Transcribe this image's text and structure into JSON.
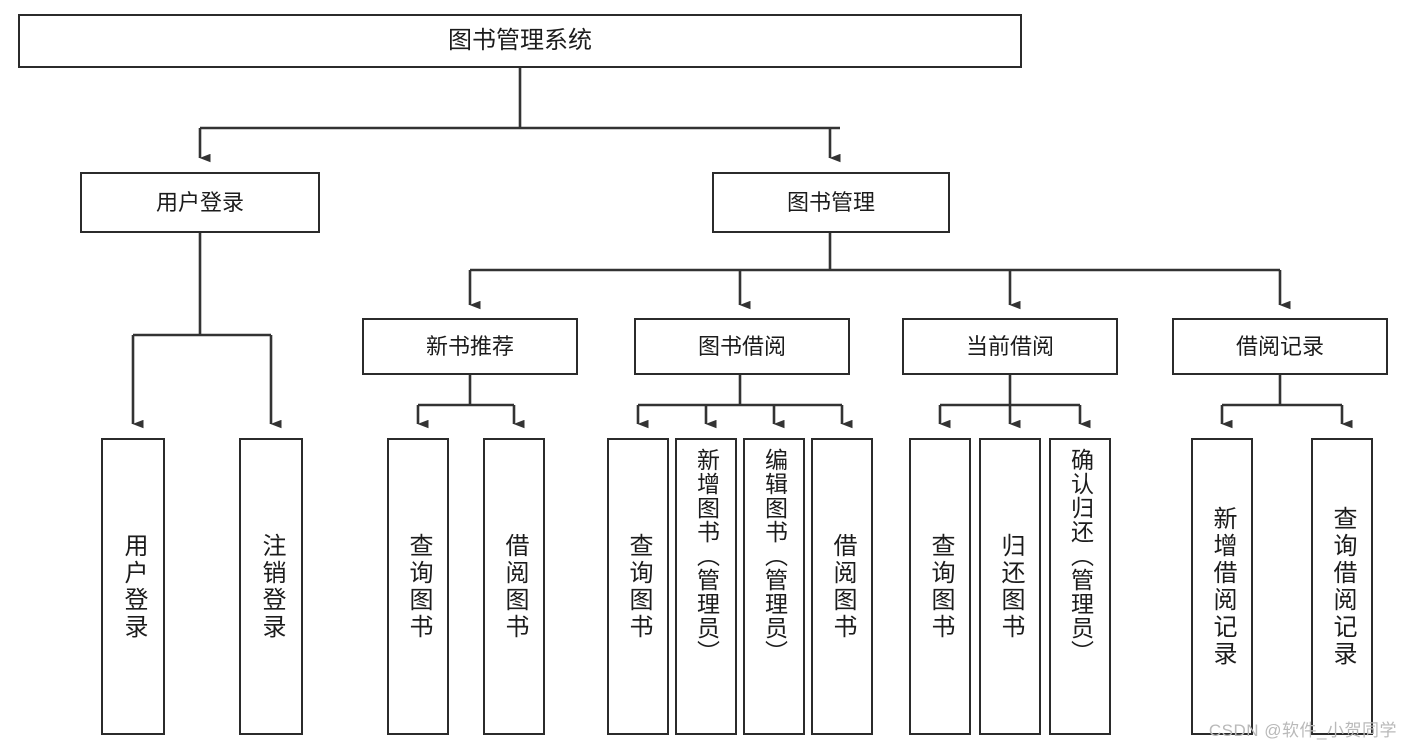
{
  "diagram": {
    "type": "tree-hierarchy",
    "title": "图书管理系统",
    "orientation": "top-down",
    "colors": {
      "box_border": "#2b2b2b",
      "box_fill": "#ffffff",
      "connector": "#333333",
      "text": "#1c1c1c",
      "watermark": "#b9b9b9"
    },
    "nodes": {
      "root": {
        "label": "图书管理系统",
        "level": 1
      },
      "level2": [
        {
          "id": "user-login",
          "label": "用户登录"
        },
        {
          "id": "book-manage",
          "label": "图书管理"
        }
      ],
      "level3": [
        {
          "id": "new-book-rec",
          "label": "新书推荐",
          "parent": "book-manage"
        },
        {
          "id": "book-borrow",
          "label": "图书借阅",
          "parent": "book-manage"
        },
        {
          "id": "current-borrow",
          "label": "当前借阅",
          "parent": "book-manage"
        },
        {
          "id": "borrow-record",
          "label": "借阅记录",
          "parent": "book-manage"
        }
      ],
      "leaves": [
        {
          "id": "leaf-user-login",
          "label": "用户登录",
          "parent": "user-login"
        },
        {
          "id": "leaf-logout-login",
          "label": "注销登录",
          "parent": "user-login"
        },
        {
          "id": "leaf-query-book-1",
          "label": "查询图书",
          "parent": "new-book-rec"
        },
        {
          "id": "leaf-borrow-book-1",
          "label": "借阅图书",
          "parent": "new-book-rec"
        },
        {
          "id": "leaf-query-book-2",
          "label": "查询图书",
          "parent": "book-borrow"
        },
        {
          "id": "leaf-add-book",
          "label": "新增图书（管理员）",
          "parent": "book-borrow"
        },
        {
          "id": "leaf-edit-book",
          "label": "编辑图书（管理员）",
          "parent": "book-borrow"
        },
        {
          "id": "leaf-borrow-book-2",
          "label": "借阅图书",
          "parent": "book-borrow"
        },
        {
          "id": "leaf-query-book-3",
          "label": "查询图书",
          "parent": "current-borrow"
        },
        {
          "id": "leaf-return-book",
          "label": "归还图书",
          "parent": "current-borrow"
        },
        {
          "id": "leaf-confirm-return",
          "label": "确认归还（管理员）",
          "parent": "current-borrow"
        },
        {
          "id": "leaf-add-record",
          "label": "新增借阅记录",
          "parent": "borrow-record"
        },
        {
          "id": "leaf-query-record",
          "label": "查询借阅记录",
          "parent": "borrow-record"
        }
      ]
    },
    "watermark": "CSDN @软件_小贺同学"
  }
}
